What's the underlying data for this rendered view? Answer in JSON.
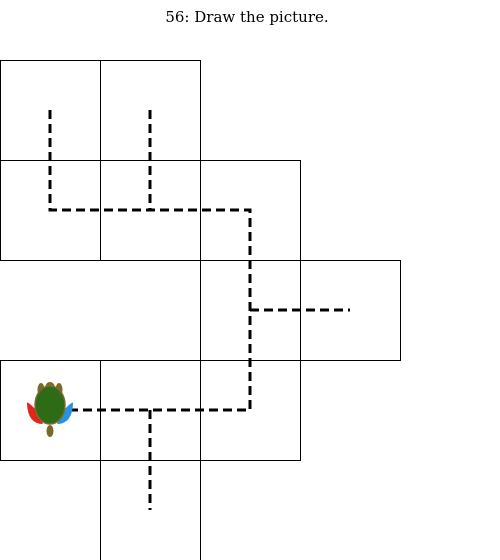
{
  "title": "56: Draw the picture.",
  "puzzle": {
    "grid_cells": [
      {
        "col": 0,
        "row": 0
      },
      {
        "col": 1,
        "row": 0
      },
      {
        "col": 0,
        "row": 1
      },
      {
        "col": 1,
        "row": 1
      },
      {
        "col": 2,
        "row": 1
      },
      {
        "col": 2,
        "row": 2
      },
      {
        "col": 3,
        "row": 2
      },
      {
        "col": 0,
        "row": 3
      },
      {
        "col": 1,
        "row": 3
      },
      {
        "col": 2,
        "row": 3
      },
      {
        "col": 1,
        "row": 4
      }
    ],
    "dashed_paths": [
      [
        [
          0.5,
          0.5
        ],
        [
          0.5,
          1.5
        ],
        [
          1.5,
          1.5
        ],
        [
          2.5,
          1.5
        ],
        [
          2.5,
          2.5
        ],
        [
          2.5,
          3.5
        ],
        [
          1.5,
          3.5
        ],
        [
          0.5,
          3.5
        ]
      ],
      [
        [
          1.5,
          0.5
        ],
        [
          1.5,
          1.5
        ]
      ],
      [
        [
          2.5,
          2.5
        ],
        [
          3.5,
          2.5
        ]
      ],
      [
        [
          1.5,
          3.5
        ],
        [
          1.5,
          4.5
        ]
      ]
    ],
    "turtle": {
      "col": 0.5,
      "row": 3.45,
      "heading": "up"
    },
    "colors": {
      "grid_line": "#000000",
      "path": "#000000",
      "turtle_shell": "#2e6b16",
      "turtle_body": "#7a6a2a",
      "left_fin": "#e0271f",
      "right_fin": "#2592e3"
    }
  }
}
